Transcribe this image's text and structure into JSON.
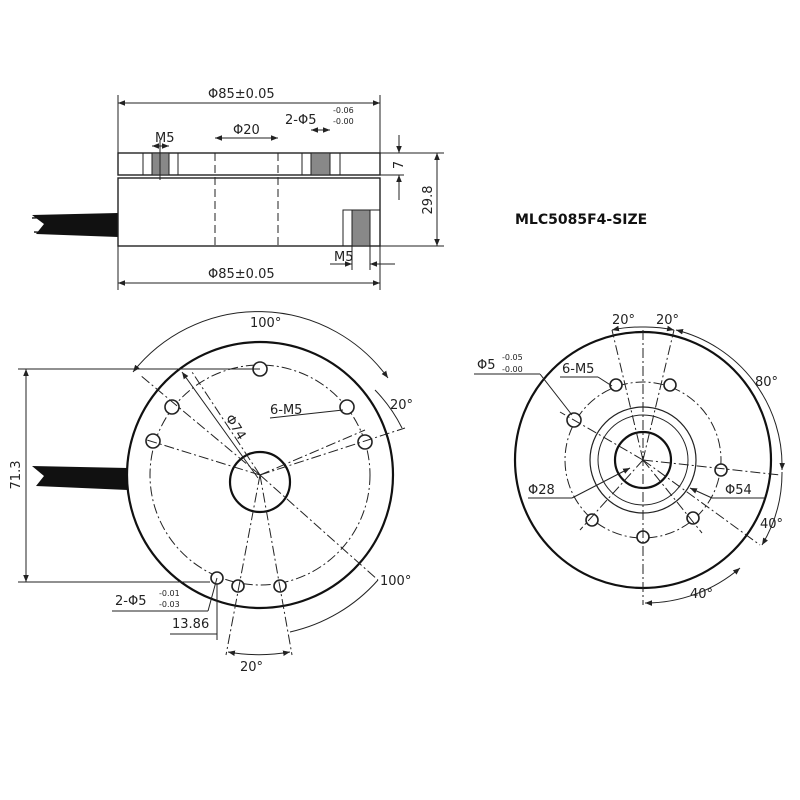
{
  "title": "MLC5085F4-SIZE",
  "side_view": {
    "top_diameter": "Φ85±0.05",
    "bottom_diameter": "Φ85±0.05",
    "center_bore": "Φ20",
    "pin_label": "2-Φ5",
    "pin_tol_upper": "-0.06",
    "pin_tol_lower": "-0.00",
    "thread_top": "M5",
    "thread_bottom": "M5",
    "flange_height": "7",
    "total_height": "29.8"
  },
  "bottom_view": {
    "angle_top": "100°",
    "angle_bottom": "100°",
    "angle_right": "20°",
    "angle_lower": "20°",
    "pitch_circle": "Φ74",
    "threads": "6-M5",
    "height": "71.3",
    "pin_label": "2-Φ5",
    "pin_tol_upper": "-0.01",
    "pin_tol_lower": "-0.03",
    "offset": "13.86"
  },
  "top_view": {
    "angle_left_top": "20°",
    "angle_right_top": "20°",
    "angle_right": "80°",
    "angle_lower_right": "40°",
    "angle_bottom": "40°",
    "pin_label": "Φ5",
    "pin_tol_upper": "-0.05",
    "pin_tol_lower": "-0.00",
    "threads": "6-M5",
    "inner_diameter": "Φ28",
    "pitch_diameter": "Φ54"
  }
}
